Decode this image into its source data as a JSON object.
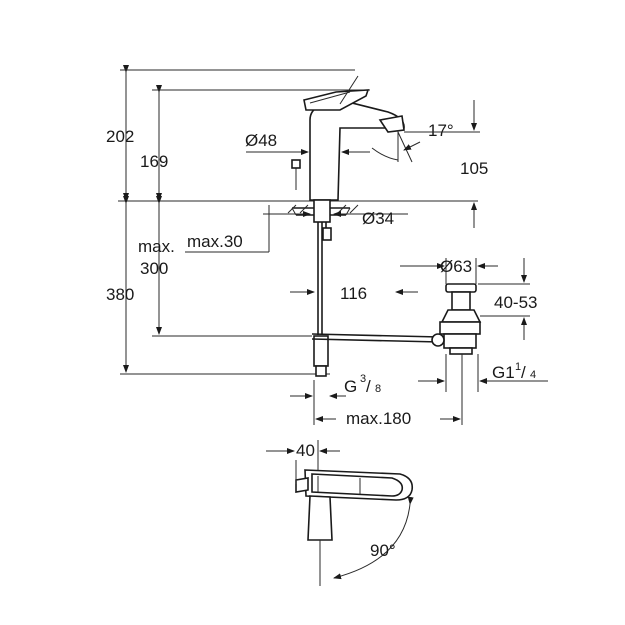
{
  "colors": {
    "line": "#1a1a1a",
    "background": "#ffffff"
  },
  "dimensions": {
    "height_total": "202",
    "height_spout": "169",
    "spout_diameter": "Ø48",
    "angle_spout": "17°",
    "reach": "105",
    "hole_diameter": "Ø34",
    "max_thickness_label": "max.",
    "max_thickness_value": "300",
    "max_30": "max.30",
    "height_under": "380",
    "pull_rod_distance": "116",
    "waste_diameter": "Ø63",
    "waste_range": "40-53",
    "connection_g": "G",
    "connection_g_fraction_num": "3",
    "connection_g_fraction_den": "8",
    "waste_thread": "G1",
    "waste_thread_fraction_num": "1",
    "waste_thread_fraction_den": "4",
    "max_180": "max.180",
    "lever_offset": "40",
    "rotation_angle": "90°"
  }
}
